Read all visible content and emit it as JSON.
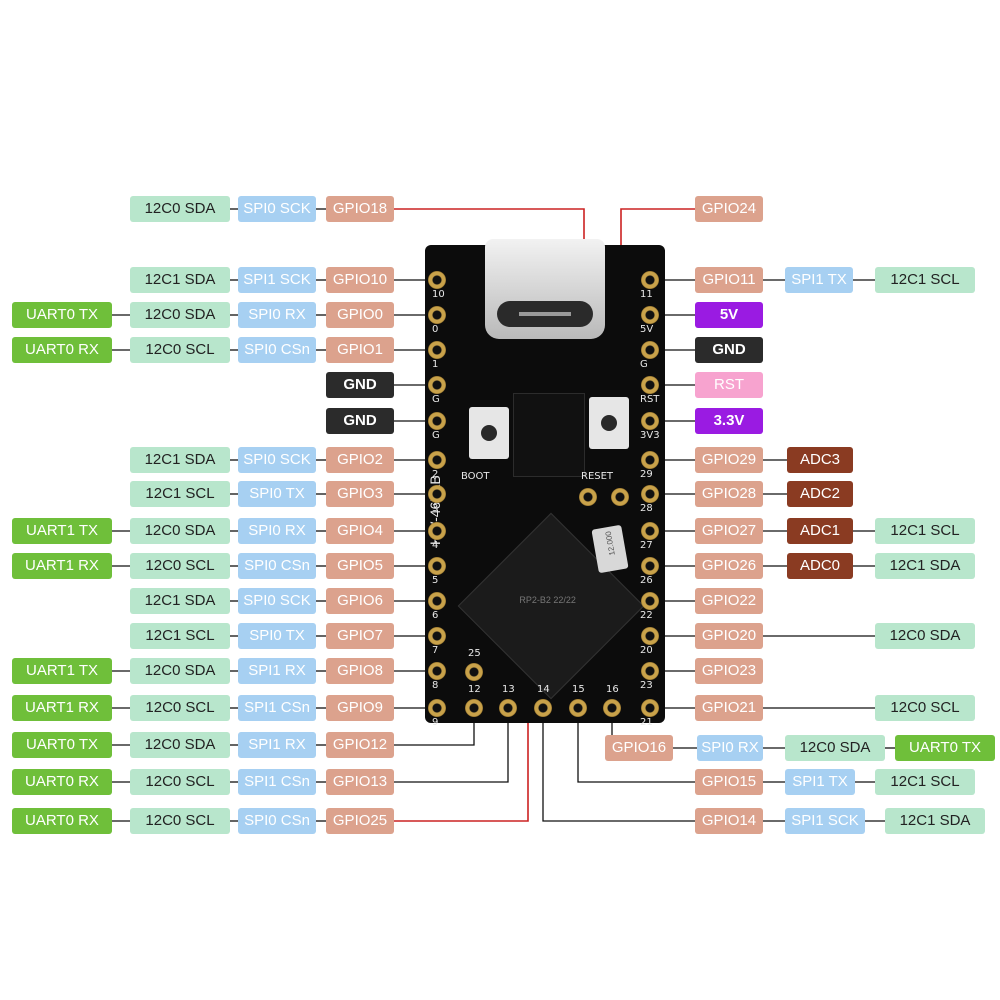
{
  "board": {
    "name": "HW-467AB",
    "boot_label": "BOOT",
    "reset_label": "RESET",
    "crystal_text": "12.000",
    "chip_text": "RP2-B2 22/22",
    "left_pin_numbers": [
      "10",
      "0",
      "1",
      "G",
      "G",
      "2",
      "3",
      "4",
      "5",
      "6",
      "7",
      "8",
      "9"
    ],
    "right_pin_numbers": [
      "11",
      "5V",
      "G",
      "RST",
      "3V3",
      "29",
      "28",
      "27",
      "26",
      "22",
      "20",
      "23",
      "21"
    ],
    "bottom_pin_numbers": [
      "25",
      "12",
      "13",
      "14",
      "15",
      "16"
    ]
  },
  "rows": [
    {
      "left": [
        "12C0 SDA",
        "SPI0 SCK",
        "GPIO18"
      ],
      "right": [
        "GPIO24"
      ]
    },
    {
      "left": [
        "12C1 SDA",
        "SPI1 SCK",
        "GPIO10"
      ],
      "right": [
        "GPIO11",
        "SPI1 TX",
        "12C1 SCL"
      ]
    },
    {
      "left": [
        "UART0 TX",
        "12C0 SDA",
        "SPI0 RX",
        "GPIO0"
      ],
      "right": [
        "5V"
      ]
    },
    {
      "left": [
        "UART0 RX",
        "12C0 SCL",
        "SPI0 CSn",
        "GPIO1"
      ],
      "right": [
        "GND"
      ]
    },
    {
      "left": [
        "GND"
      ],
      "right": [
        "RST"
      ]
    },
    {
      "left": [
        "GND"
      ],
      "right": [
        "3.3V"
      ]
    },
    {
      "left": [
        "12C1 SDA",
        "SPI0 SCK",
        "GPIO2"
      ],
      "right": [
        "GPIO29",
        "ADC3"
      ]
    },
    {
      "left": [
        "12C1 SCL",
        "SPI0 TX",
        "GPIO3"
      ],
      "right": [
        "GPIO28",
        "ADC2"
      ]
    },
    {
      "left": [
        "UART1 TX",
        "12C0 SDA",
        "SPI0 RX",
        "GPIO4"
      ],
      "right": [
        "GPIO27",
        "ADC1",
        "12C1 SCL"
      ]
    },
    {
      "left": [
        "UART1 RX",
        "12C0 SCL",
        "SPI0 CSn",
        "GPIO5"
      ],
      "right": [
        "GPIO26",
        "ADC0",
        "12C1 SDA"
      ]
    },
    {
      "left": [
        "12C1 SDA",
        "SPI0 SCK",
        "GPIO6"
      ],
      "right": [
        "GPIO22"
      ]
    },
    {
      "left": [
        "12C1 SCL",
        "SPI0 TX",
        "GPIO7"
      ],
      "right": [
        "GPIO20",
        "12C0 SDA"
      ]
    },
    {
      "left": [
        "UART1 TX",
        "12C0 SDA",
        "SPI1 RX",
        "GPIO8"
      ],
      "right": [
        "GPIO23"
      ]
    },
    {
      "left": [
        "UART1 RX",
        "12C0 SCL",
        "SPI1 CSn",
        "GPIO9"
      ],
      "right": [
        "GPIO21",
        "12C0 SCL"
      ]
    },
    {
      "left": [],
      "right": [
        "GPIO16",
        "SPI0 RX",
        "12C0 SDA",
        "UART0 TX"
      ]
    },
    {
      "left": [
        "UART0 TX",
        "12C0 SDA",
        "SPI1 RX",
        "GPIO12"
      ],
      "right": []
    },
    {
      "left": [
        "UART0 RX",
        "12C0 SCL",
        "SPI1 CSn",
        "GPIO13"
      ],
      "right": [
        "GPIO15",
        "SPI1 TX",
        "12C1 SCL"
      ]
    },
    {
      "left": [
        "UART0 RX",
        "12C0 SCL",
        "SPI0 CSn",
        "GPIO25"
      ],
      "right": [
        "GPIO14",
        "SPI1 SCK",
        "12C1 SDA"
      ]
    }
  ],
  "colors": {
    "gpio": "#dca28d",
    "spi": "#a7d0f2",
    "i2c": "#b8e6cc",
    "uart": "#6fbf3a",
    "adc": "#8a3b22",
    "gnd": "#2b2b2b",
    "power": "#9a1be2",
    "rst": "#f7a3cf",
    "leader_red": "#cc2222",
    "leader_black": "#111111"
  }
}
